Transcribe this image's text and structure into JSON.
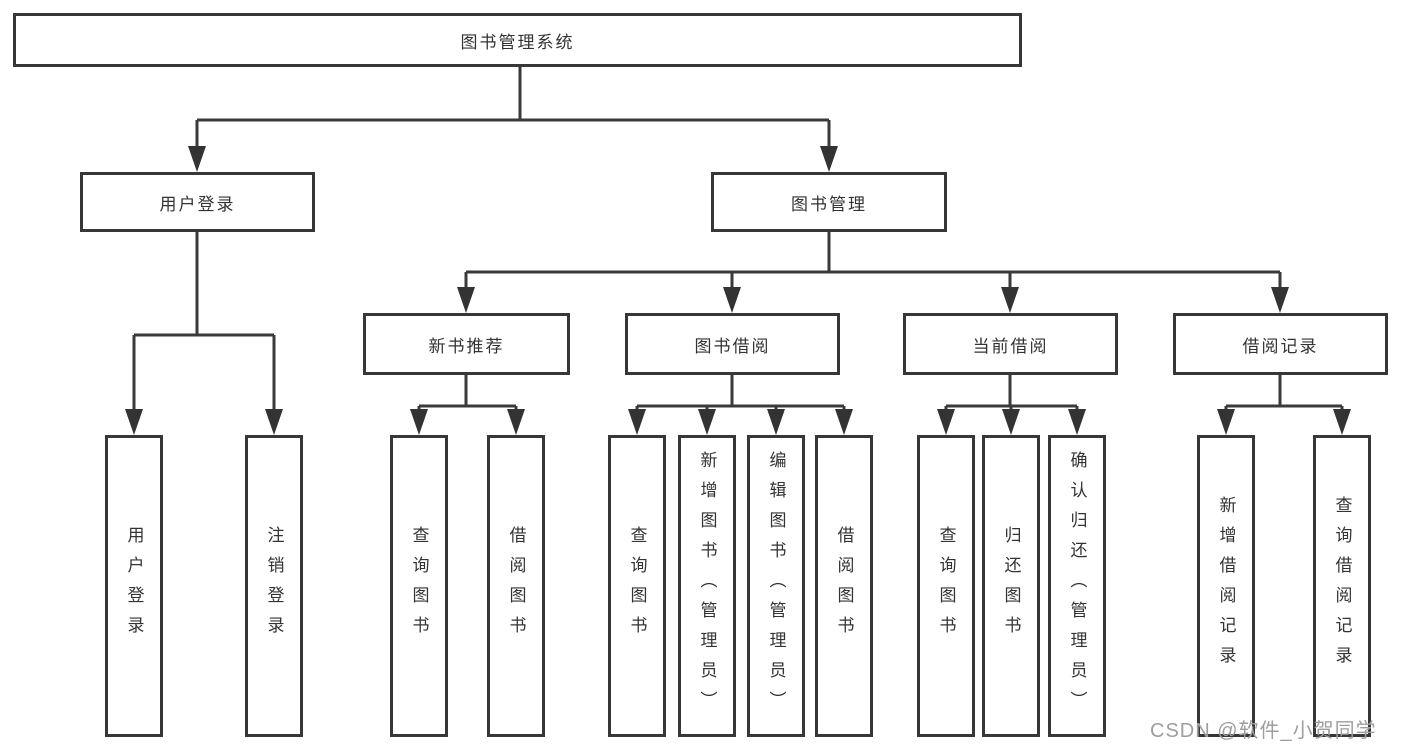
{
  "root": {
    "label": "图书管理系统"
  },
  "level2": {
    "user_login": {
      "label": "用户登录"
    },
    "book_mgmt": {
      "label": "图书管理"
    }
  },
  "level3": {
    "new_book_rec": {
      "label": "新书推荐"
    },
    "book_borrow": {
      "label": "图书借阅"
    },
    "current_borrow": {
      "label": "当前借阅"
    },
    "borrow_records": {
      "label": "借阅记录"
    }
  },
  "leaves": {
    "user_login": {
      "label": "用户登录"
    },
    "logout": {
      "label": "注销登录"
    },
    "rec_query_books": {
      "label": "查询图书"
    },
    "rec_borrow_books": {
      "label": "借阅图书"
    },
    "bb_query_books": {
      "label": "查询图书"
    },
    "bb_add_books": {
      "label": "新增图书（管理员）"
    },
    "bb_edit_books": {
      "label": "编辑图书（管理员）"
    },
    "bb_borrow_books": {
      "label": "借阅图书"
    },
    "cb_query_books": {
      "label": "查询图书"
    },
    "cb_return_books": {
      "label": "归还图书"
    },
    "cb_confirm_return": {
      "label": "确认归还（管理员）"
    },
    "br_add_record": {
      "label": "新增借阅记录"
    },
    "br_query_record": {
      "label": "查询借阅记录"
    }
  },
  "watermark": {
    "text": "CSDN @软件_小贺同学"
  },
  "colors": {
    "line": "#3a3a3a",
    "text": "#333333",
    "watermark": "#9e9e9e",
    "background": "#ffffff"
  }
}
